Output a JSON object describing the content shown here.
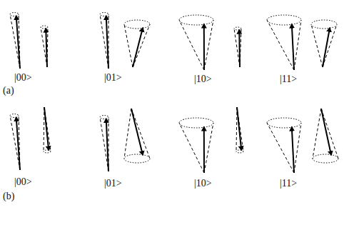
{
  "diagram": {
    "labels": [
      "|00>",
      "|01>",
      "|10>",
      "|11>",
      "(a)",
      "|00>",
      "|01>",
      "|10>",
      "|11>",
      "(b)"
    ]
  }
}
